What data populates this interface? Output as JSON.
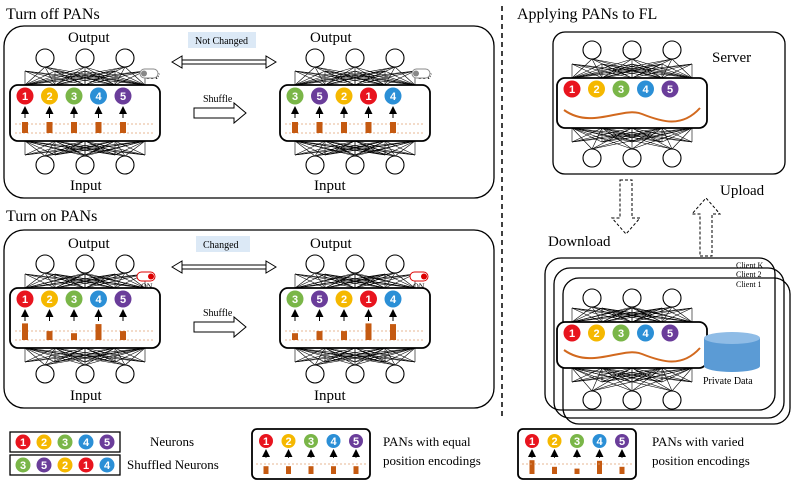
{
  "colors": {
    "n1": "#e8141e",
    "n2": "#f5b800",
    "n3": "#7ab648",
    "n4": "#2b8fd6",
    "n5": "#6a3d9a",
    "bar": "#c55a11",
    "curve": "#d2691e",
    "badge": "#dce9f6",
    "database": "#5b9bd5"
  },
  "panels": {
    "off": {
      "title": "Turn off PANs",
      "badge": "Not Changed",
      "shuffle": "Shuffle",
      "output": "Output",
      "input": "Input",
      "switch_label": "OFF",
      "left_order": [
        "1",
        "2",
        "3",
        "4",
        "5"
      ],
      "right_order": [
        "3",
        "5",
        "2",
        "1",
        "4"
      ]
    },
    "on": {
      "title": "Turn on PANs",
      "badge": "Changed",
      "shuffle": "Shuffle",
      "output": "Output",
      "input": "Input",
      "switch_label": "ON",
      "left_order": [
        "1",
        "2",
        "3",
        "4",
        "5"
      ],
      "right_order": [
        "3",
        "5",
        "2",
        "1",
        "4"
      ],
      "left_encodings": [
        0.9,
        0.35,
        0.2,
        0.85,
        0.35
      ],
      "right_encodings": [
        0.2,
        0.35,
        0.35,
        0.9,
        0.85
      ]
    }
  },
  "fl": {
    "title": "Applying PANs to FL",
    "server": "Server",
    "download": "Download",
    "upload": "Upload",
    "clients": [
      "Client K",
      "Client 2",
      "Client 1"
    ],
    "private_data": "Private Data",
    "order": [
      "1",
      "2",
      "3",
      "4",
      "5"
    ]
  },
  "legend": {
    "neurons": "Neurons",
    "shuffled": "Shuffled Neurons",
    "equal_line1": "PANs with equal",
    "equal_line2": "position encodings",
    "varied_line1": "PANs with varied",
    "varied_line2": "position encodings",
    "neurons_order": [
      "1",
      "2",
      "3",
      "4",
      "5"
    ],
    "shuffled_order": [
      "3",
      "5",
      "2",
      "1",
      "4"
    ],
    "varied_encodings": [
      0.9,
      0.35,
      0.2,
      0.85,
      0.35
    ]
  }
}
